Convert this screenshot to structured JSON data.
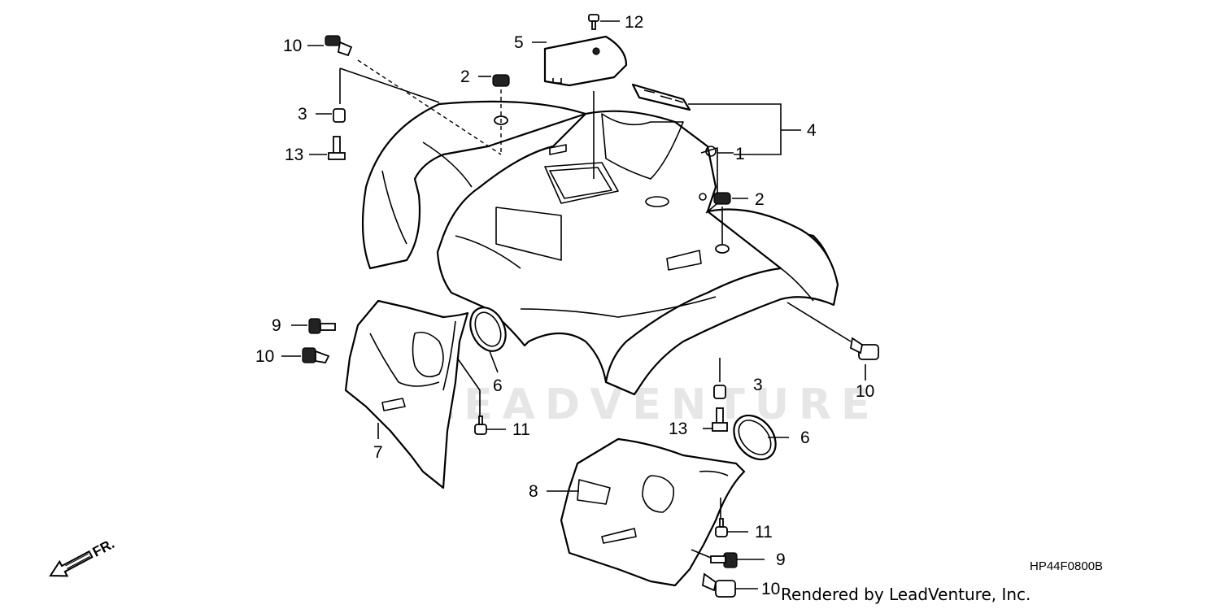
{
  "diagram": {
    "callouts": [
      {
        "id": "c1",
        "text": "1"
      },
      {
        "id": "c2a",
        "text": "2"
      },
      {
        "id": "c2b",
        "text": "2"
      },
      {
        "id": "c3a",
        "text": "3"
      },
      {
        "id": "c3b",
        "text": "3"
      },
      {
        "id": "c4",
        "text": "4"
      },
      {
        "id": "c5",
        "text": "5"
      },
      {
        "id": "c6a",
        "text": "6"
      },
      {
        "id": "c6b",
        "text": "6"
      },
      {
        "id": "c7",
        "text": "7"
      },
      {
        "id": "c8",
        "text": "8"
      },
      {
        "id": "c9a",
        "text": "9"
      },
      {
        "id": "c9b",
        "text": "9"
      },
      {
        "id": "c10a",
        "text": "10"
      },
      {
        "id": "c10b",
        "text": "10"
      },
      {
        "id": "c10c",
        "text": "10"
      },
      {
        "id": "c10d",
        "text": "10"
      },
      {
        "id": "c11a",
        "text": "11"
      },
      {
        "id": "c11b",
        "text": "11"
      },
      {
        "id": "c12",
        "text": "12"
      },
      {
        "id": "c13a",
        "text": "13"
      },
      {
        "id": "c13b",
        "text": "13"
      }
    ],
    "direction_label": "FR.",
    "diagram_code": "HP44F0800B",
    "credit": "Rendered by LeadVenture, Inc.",
    "watermark": "LEADVENTURE"
  }
}
